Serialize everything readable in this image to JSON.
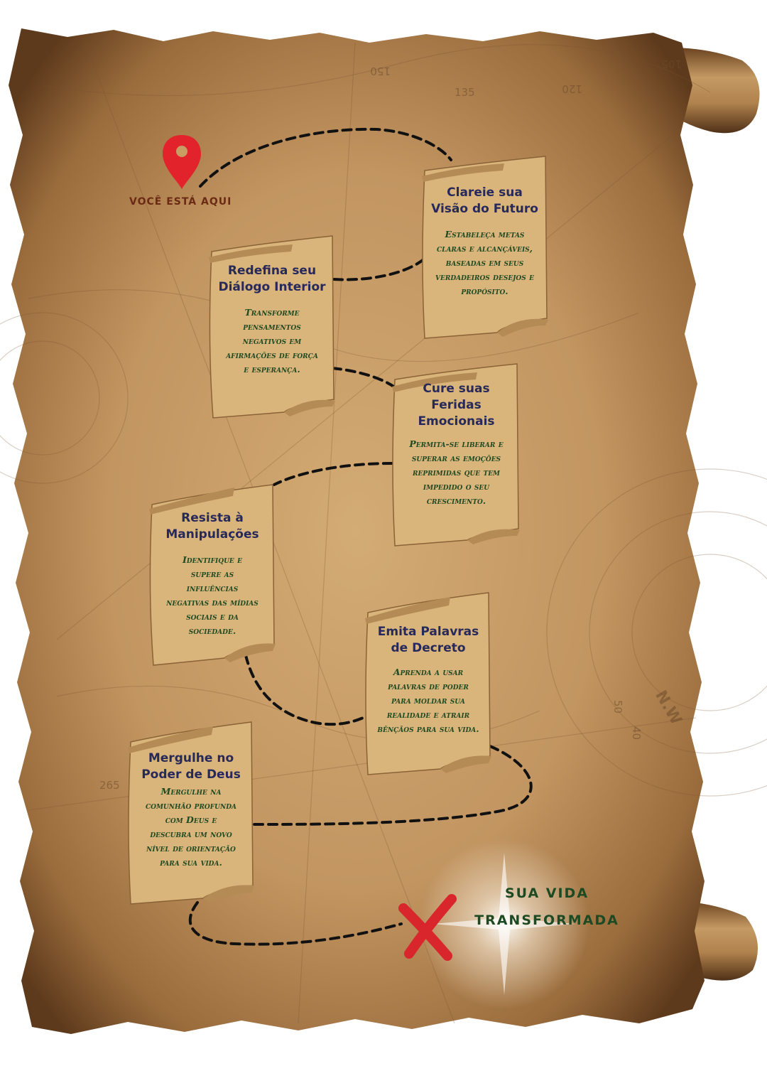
{
  "start_marker": {
    "label": "VOCÊ ESTÁ AQUI",
    "icon": "location-pin-icon",
    "color": "#e3232b"
  },
  "destination": {
    "line1": "SUA VIDA",
    "line2": "TRANSFORMADA",
    "icon": "x-mark-icon",
    "color": "#d8262c"
  },
  "steps": [
    {
      "title": "Clareie sua Visão do Futuro",
      "text": "Estabeleça metas claras e alcançáveis, baseadas em seus verdadeiros desejos e propósito."
    },
    {
      "title": "Redefina seu Diálogo Interior",
      "text": "Transforme pensamentos negativos em afirmações de força e esperança."
    },
    {
      "title": "Cure suas Feridas Emocionais",
      "text": "Permita-se liberar e superar as emoções reprimidas que tem impedido o seu crescimento."
    },
    {
      "title": "Resista à Manipulações",
      "text": "Identifique e supere as influências negativas das mídias sociais e da sociedade."
    },
    {
      "title": "Emita Palavras de Decreto",
      "text": "Aprenda a usar palavras de poder para moldar sua realidade e atrair bênçãos para sua vida."
    },
    {
      "title": "Mergulhe no Poder de Deus",
      "text": "Mergulhe na comunhão profunda com Deus e descubra um novo nível de orientação para sua vida."
    }
  ],
  "map_numbers": [
    "150",
    "135",
    "120",
    "105",
    "265",
    "50",
    "40",
    "N.W"
  ],
  "colors": {
    "parchment": "#c99c64",
    "parchment_dark": "#6b4421",
    "title_text": "#26295a",
    "body_text": "#1f4a22",
    "path": "#111111"
  }
}
